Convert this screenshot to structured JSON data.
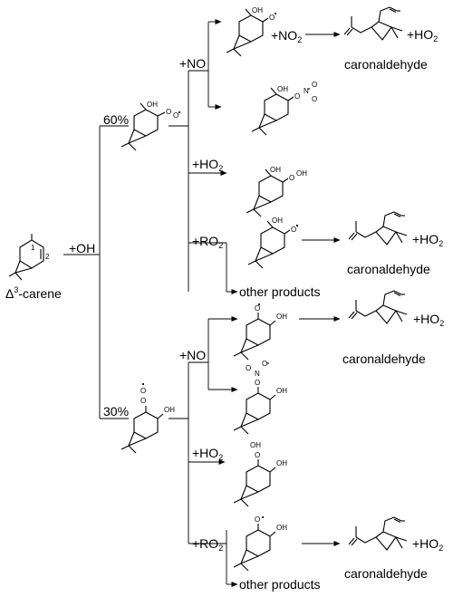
{
  "reactant": {
    "name_prefix": "Δ",
    "name_sup": "3",
    "name_suffix": "-carene",
    "atom_numbers": [
      "1",
      "2"
    ]
  },
  "initial_reagent": "+OH",
  "branches": [
    {
      "yield": "60%",
      "pathways": [
        {
          "reagent": "+NO",
          "coproduct_prefix": "+NO",
          "coproduct_sub": "2",
          "product": "caronaldehyde",
          "product_coproduct_prefix": "+HO",
          "product_coproduct_sub": "2"
        },
        {
          "reagent_prefix": "+HO",
          "reagent_sub": "2"
        },
        {
          "reagent_prefix": "+RO",
          "reagent_sub": "2",
          "product": "caronaldehyde",
          "product_coproduct_prefix": "+HO",
          "product_coproduct_sub": "2",
          "other": "other products"
        }
      ]
    },
    {
      "yield": "30%",
      "pathways": [
        {
          "reagent": "+NO",
          "product": "caronaldehyde",
          "product_coproduct_prefix": "+HO",
          "product_coproduct_sub": "2"
        },
        {
          "reagent_prefix": "+HO",
          "reagent_sub": "2"
        },
        {
          "reagent_prefix": "+RO",
          "reagent_sub": "2",
          "product": "caronaldehyde",
          "product_coproduct_prefix": "+HO",
          "product_coproduct_sub": "2",
          "other": "other products"
        }
      ]
    }
  ],
  "atom_labels": {
    "oh": "OH",
    "o": "O",
    "n": "N"
  }
}
